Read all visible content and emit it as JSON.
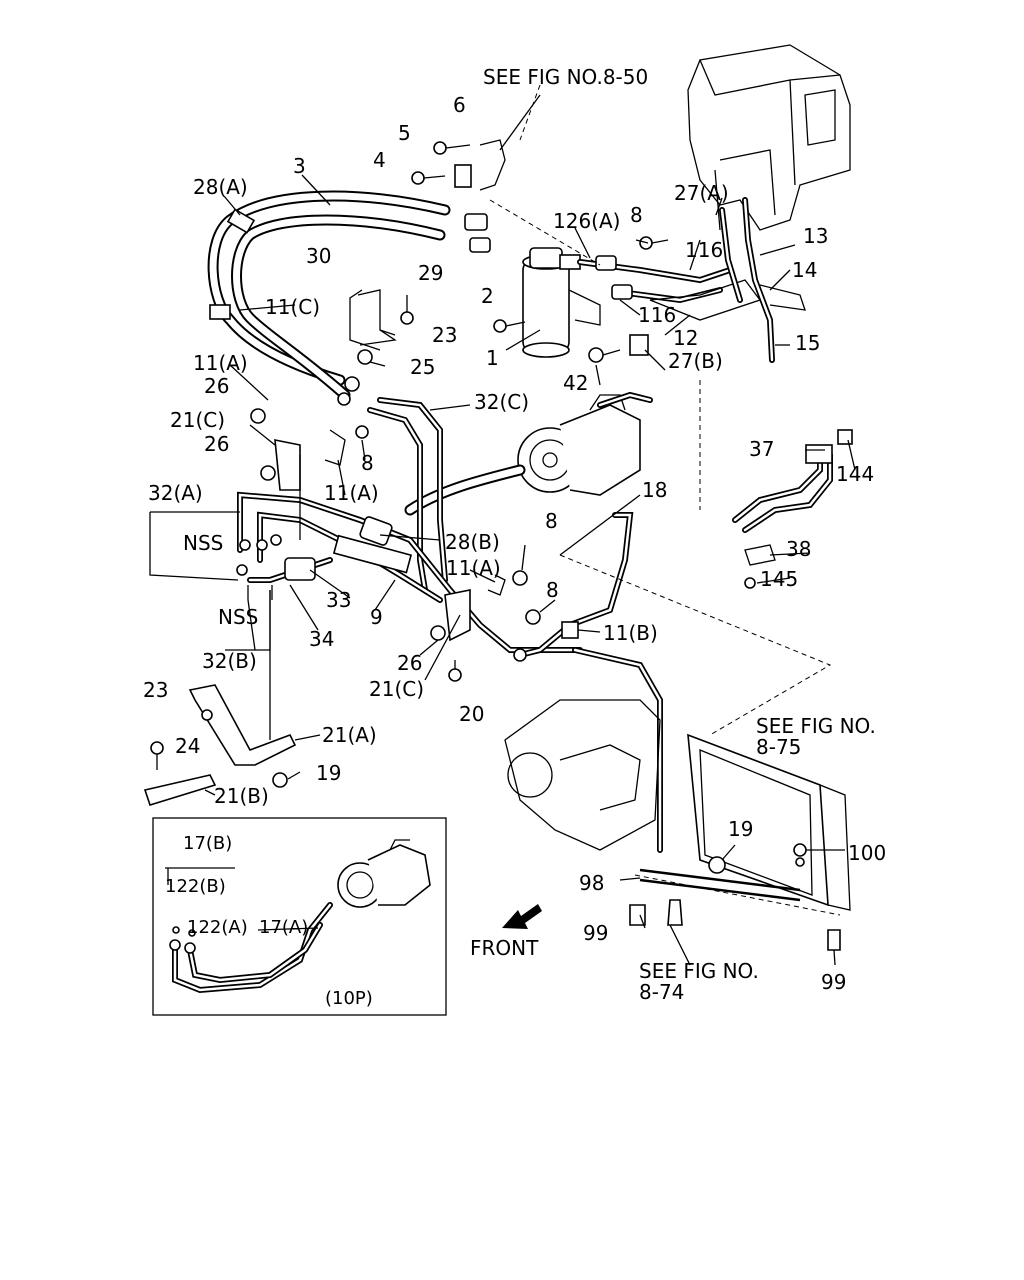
{
  "diagram": {
    "references": {
      "fig_8_50": "SEE FIG NO.8-50",
      "fig_8_75_line1": "SEE FIG NO.",
      "fig_8_75_line2": "8-75",
      "fig_8_74_line1": "SEE FIG NO.",
      "fig_8_74_line2": "8-74"
    },
    "direction_label": "FRONT",
    "inset_label": "(10P)",
    "labels": {
      "l6": "6",
      "l5": "5",
      "l4": "4",
      "l3": "3",
      "l28a": "28(A)",
      "l30": "30",
      "l27a": "27(A)",
      "l126a": "126(A)",
      "l8_top": "8",
      "l116_a": "116",
      "l13": "13",
      "l14": "14",
      "l29": "29",
      "l2": "2",
      "l116_b": "116",
      "l12": "12",
      "l11c": "11(C)",
      "l23_top": "23",
      "l15": "15",
      "l25": "25",
      "l1": "1",
      "l42": "42",
      "l27b": "27(B)",
      "l11a_top": "11(A)",
      "l26_top": "26",
      "l32c": "32(C)",
      "l21c_top": "21(C)",
      "l26_mid": "26",
      "l8_mid": "8",
      "l37": "37",
      "l144": "144",
      "l11a_mid": "11(A)",
      "l32a": "32(A)",
      "l18": "18",
      "l nss1": "NSS",
      "l28b": "28(B)",
      "l8_low1": "8",
      "l38": "38",
      "l11a_low": "11(A)",
      "l145": "145",
      "l33": "33",
      "l8_low2": "8",
      "l9": "9",
      "l nss2": "NSS",
      "l34": "34",
      "l11b": "11(B)",
      "l32b": "32(B)",
      "l26_low": "26",
      "l21c_low": "21(C)",
      "l23_low": "23",
      "l20": "20",
      "l21a": "21(A)",
      "l24": "24",
      "l19_low": "19",
      "l21b": "21(B)",
      "l17b": "17(B)",
      "l122b": "122(B)",
      "l122a": "122(A)",
      "l17a": "17(A)",
      "l19_right": "19",
      "l100": "100",
      "l98": "98",
      "l99_left": "99",
      "l99_right": "99"
    }
  }
}
